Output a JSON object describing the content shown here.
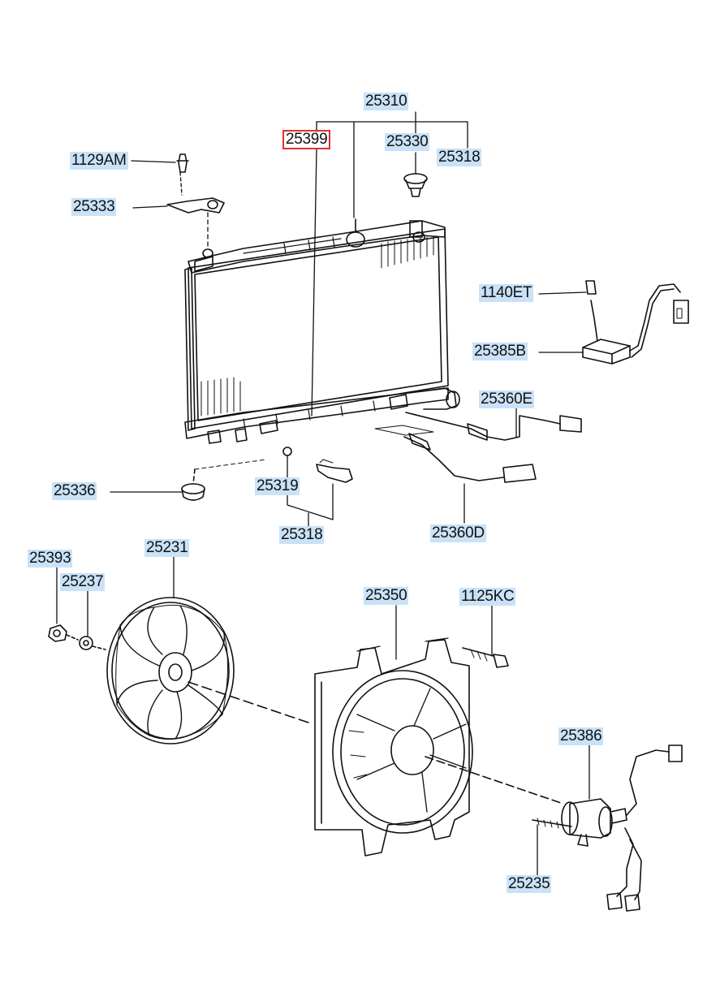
{
  "colors": {
    "label_highlight": "#c9e2f7",
    "selection_box": "#e23131",
    "ink": "#111111"
  },
  "selected_part": "25399",
  "labels": [
    {
      "id": "p25310",
      "text": "25310"
    },
    {
      "id": "p25399",
      "text": "25399"
    },
    {
      "id": "p25330",
      "text": "25330"
    },
    {
      "id": "p25318a",
      "text": "25318"
    },
    {
      "id": "p1129AM",
      "text": "1129AM"
    },
    {
      "id": "p25333",
      "text": "25333"
    },
    {
      "id": "p1140ET",
      "text": "1140ET"
    },
    {
      "id": "p25385B",
      "text": "25385B"
    },
    {
      "id": "p25360E",
      "text": "25360E"
    },
    {
      "id": "p25336",
      "text": "25336"
    },
    {
      "id": "p25319",
      "text": "25319"
    },
    {
      "id": "p25318b",
      "text": "25318"
    },
    {
      "id": "p25360D",
      "text": "25360D"
    },
    {
      "id": "p25393",
      "text": "25393"
    },
    {
      "id": "p25231",
      "text": "25231"
    },
    {
      "id": "p25237",
      "text": "25237"
    },
    {
      "id": "p25350",
      "text": "25350"
    },
    {
      "id": "p1125KC",
      "text": "1125KC"
    },
    {
      "id": "p25386",
      "text": "25386"
    },
    {
      "id": "p25235",
      "text": "25235"
    }
  ]
}
